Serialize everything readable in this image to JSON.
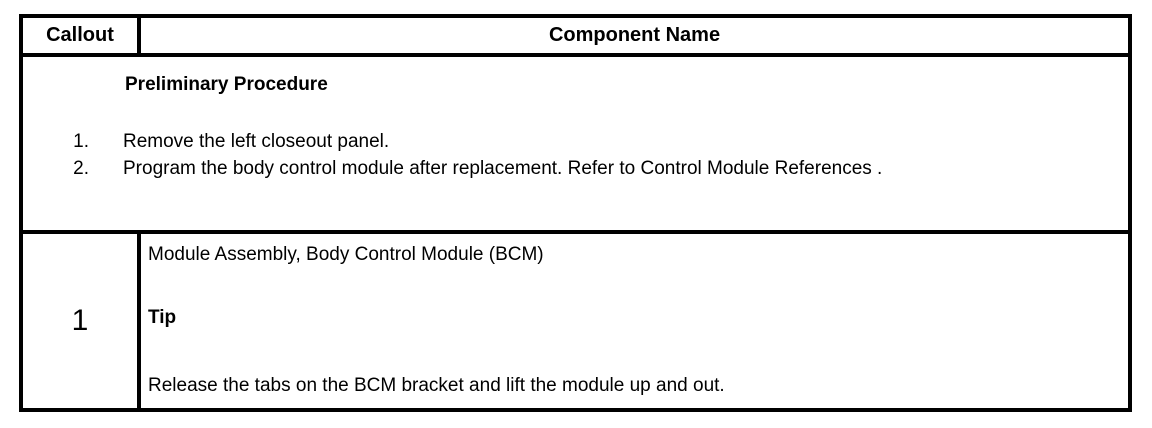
{
  "header": {
    "callout_label": "Callout",
    "component_label": "Component Name"
  },
  "preliminary": {
    "title": "Preliminary Procedure",
    "steps": [
      {
        "num": "1.",
        "text": "Remove the left closeout panel."
      },
      {
        "num": "2.",
        "text": "Program the body control module after replacement. Refer to Control Module References ."
      }
    ]
  },
  "rows": [
    {
      "callout": "1",
      "component_name": "Module Assembly, Body Control Module (BCM)",
      "tip_label": "Tip",
      "tip_text": "Release the tabs on the BCM bracket and lift the module up and out."
    }
  ],
  "colors": {
    "border": "#000000",
    "background": "#ffffff",
    "text": "#000000"
  }
}
